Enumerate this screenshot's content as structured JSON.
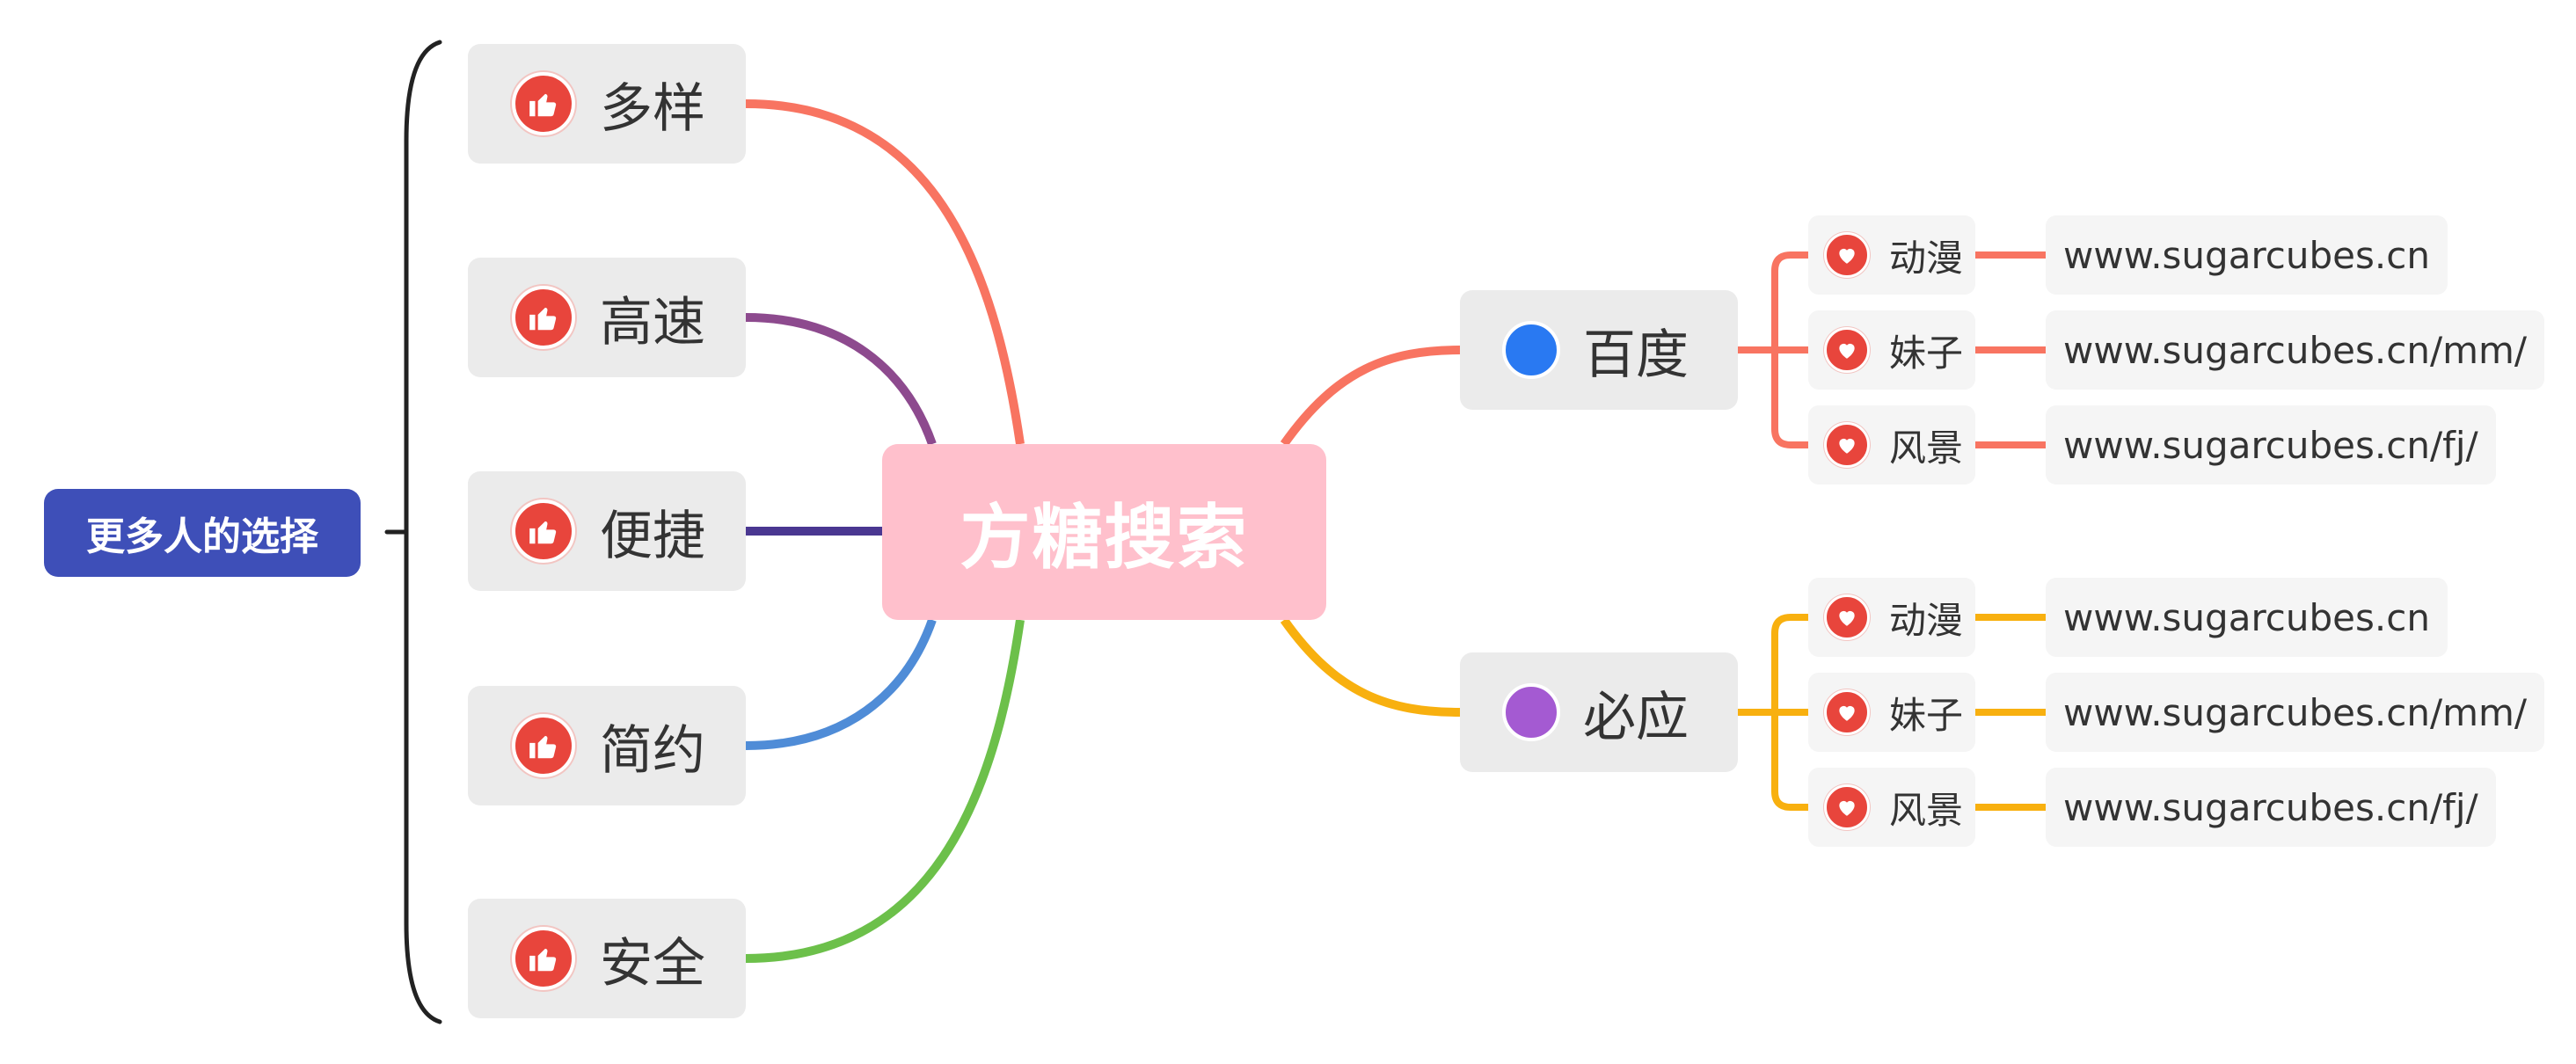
{
  "center": {
    "label": "方糖搜索",
    "color": "#ffc0cc"
  },
  "summary": {
    "label": "更多人的选择",
    "color": "#3e4fb8",
    "brace_color": "#222222"
  },
  "features": [
    {
      "label": "多样",
      "icon": "thumbs-up-icon",
      "line_color": "#f87461"
    },
    {
      "label": "高速",
      "icon": "thumbs-up-icon",
      "line_color": "#8d4a8e"
    },
    {
      "label": "便捷",
      "icon": "thumbs-up-icon",
      "line_color": "#4a3791"
    },
    {
      "label": "简约",
      "icon": "thumbs-up-icon",
      "line_color": "#4f8cd7"
    },
    {
      "label": "安全",
      "icon": "thumbs-up-icon",
      "line_color": "#6cc04a"
    }
  ],
  "engines": [
    {
      "label": "百度",
      "dot_color": "#2979f2",
      "line_color": "#f87461",
      "children": [
        {
          "label": "动漫",
          "icon": "heart-icon",
          "url": "www.sugarcubes.cn"
        },
        {
          "label": "妹子",
          "icon": "heart-icon",
          "url": "www.sugarcubes.cn/mm/"
        },
        {
          "label": "风景",
          "icon": "heart-icon",
          "url": "www.sugarcubes.cn/fj/"
        }
      ]
    },
    {
      "label": "必应",
      "dot_color": "#a45ad2",
      "line_color": "#f8b00f",
      "children": [
        {
          "label": "动漫",
          "icon": "heart-icon",
          "url": "www.sugarcubes.cn"
        },
        {
          "label": "妹子",
          "icon": "heart-icon",
          "url": "www.sugarcubes.cn/mm/"
        },
        {
          "label": "风景",
          "icon": "heart-icon",
          "url": "www.sugarcubes.cn/fj/"
        }
      ]
    }
  ]
}
